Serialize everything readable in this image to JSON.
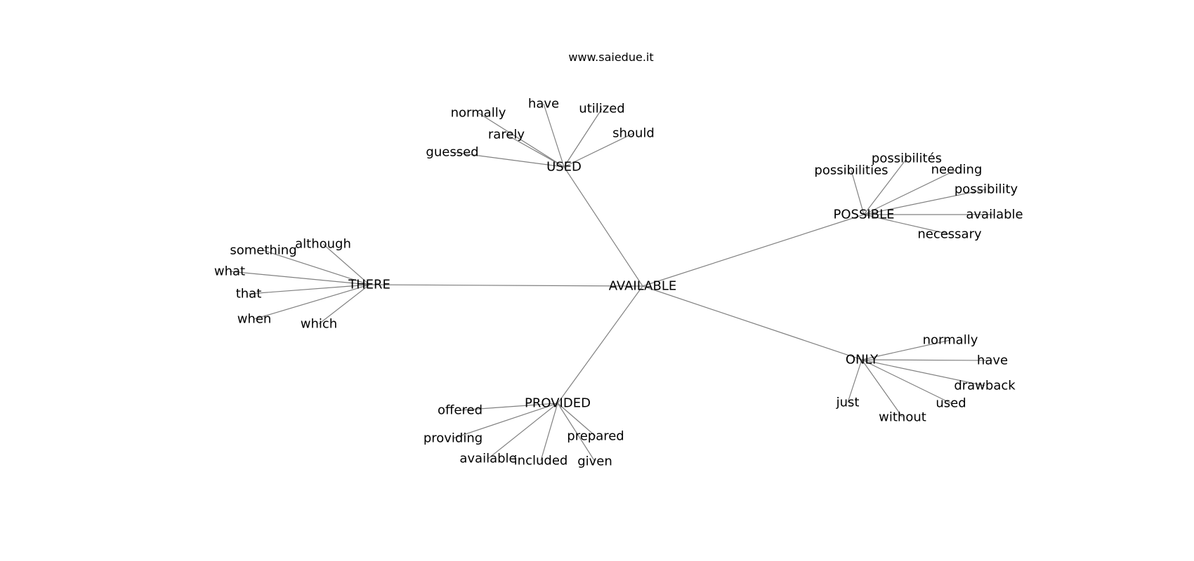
{
  "header": {
    "site": "www.saiedue.it"
  },
  "graph": {
    "root": "AVAILABLE",
    "hubs": [
      {
        "label": "USED",
        "children": [
          "normally",
          "have",
          "utilized",
          "rarely",
          "should",
          "guessed"
        ]
      },
      {
        "label": "POSSIBLE",
        "children": [
          "possibilités",
          "possibilities",
          "needing",
          "possibility",
          "available",
          "necessary"
        ]
      },
      {
        "label": "THERE",
        "children": [
          "although",
          "something",
          "what",
          "that",
          "when",
          "which"
        ]
      },
      {
        "label": "ONLY",
        "children": [
          "normally",
          "have",
          "drawback",
          "used",
          "just",
          "without"
        ]
      },
      {
        "label": "PROVIDED",
        "children": [
          "offered",
          "providing",
          "available",
          "included",
          "prepared",
          "given"
        ]
      }
    ]
  }
}
